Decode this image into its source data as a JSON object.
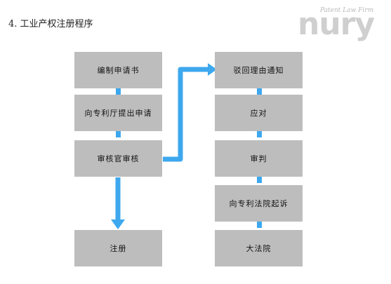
{
  "heading": "4.  工业产权注册程序",
  "logo": {
    "tagline": "Patent Law Firm",
    "wordmark": "nury"
  },
  "left_column": [
    "编制申请书",
    "向专利厅提出申请",
    "审核官审核",
    "注册"
  ],
  "right_column": [
    "驳回理由通知",
    "应对",
    "审判",
    "向专利法院起诉",
    "大法院"
  ],
  "colors": {
    "box": "#bdbdbd",
    "arrow": "#3da8ee",
    "logo": "#cfcfcf"
  }
}
